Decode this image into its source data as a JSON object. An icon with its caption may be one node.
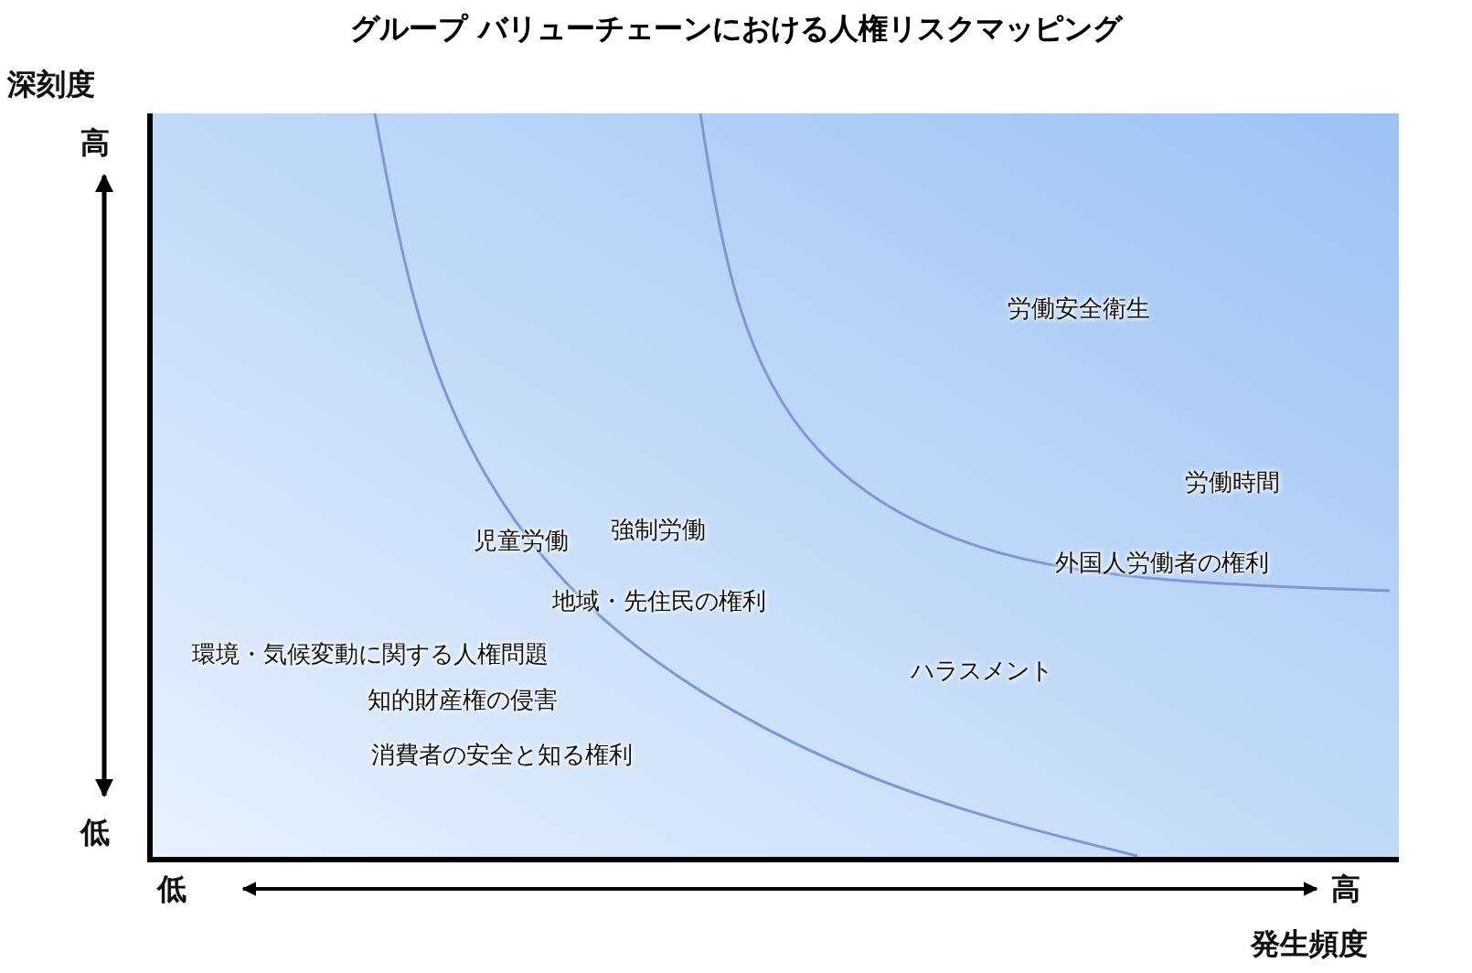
{
  "diagram": {
    "title": "グループ バリューチェーンにおける人権リスクマッピング",
    "labels": [
      "深刻度",
      "高",
      "労働安全衛生",
      "労働時間",
      "強制労働",
      "児童労働",
      "外国人労働者の権利",
      "地域・先住民の権利",
      "環境・気候変動に関する人権問題",
      "ハラスメント",
      "知的財産権の侵害",
      "消費者の安全と知る権利",
      "低",
      "低",
      "高",
      "発生頻度"
    ]
  }
}
